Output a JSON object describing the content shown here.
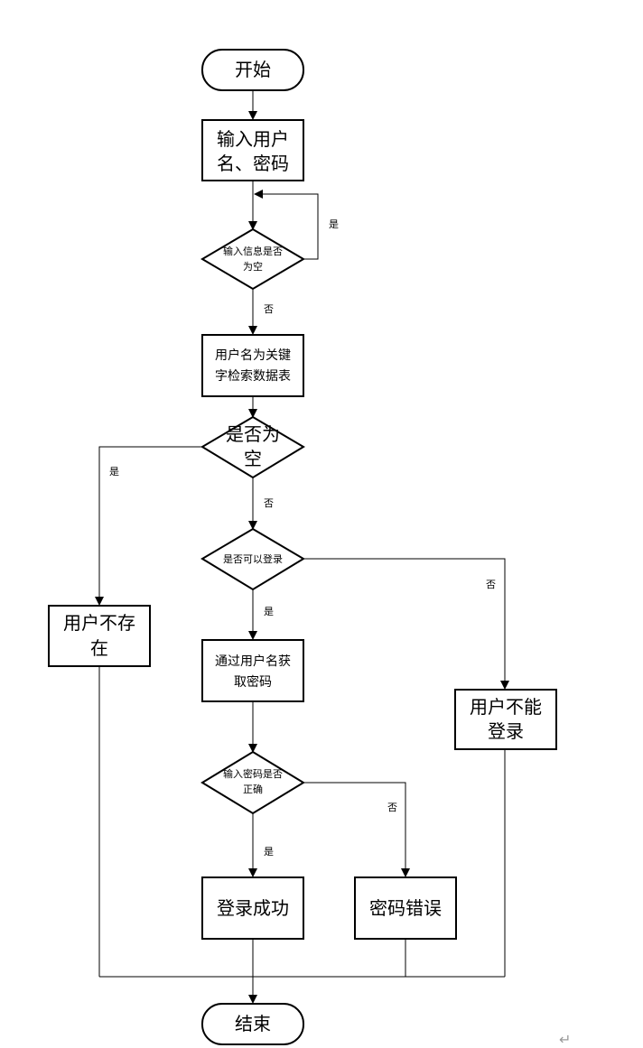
{
  "nodes": {
    "start": "开始",
    "input_user_l1": "输入用户",
    "input_user_l2": "名、密码",
    "check_empty_l1": "输入信息是否",
    "check_empty_l2": "为空",
    "search_l1": "用户名为关键",
    "search_l2": "字检索数据表",
    "is_empty_l1": "是否为",
    "is_empty_l2": "空",
    "can_login": "是否可以登录",
    "not_exist_l1": "用户不存",
    "not_exist_l2": "在",
    "get_pwd_l1": "通过用户名获",
    "get_pwd_l2": "取密码",
    "cannot_login_l1": "用户不能",
    "cannot_login_l2": "登录",
    "pwd_correct_l1": "输入密码是否",
    "pwd_correct_l2": "正确",
    "login_success": "登录成功",
    "pwd_error": "密码错误",
    "end": "结束"
  },
  "edges": {
    "yes_loop": "是",
    "no_1": "否",
    "yes_not_exist": "是",
    "no_2": "否",
    "no_cannot_login": "否",
    "yes_get_pwd": "是",
    "no_pwd_error": "否",
    "yes_success": "是"
  },
  "paragraph_mark": "↵"
}
